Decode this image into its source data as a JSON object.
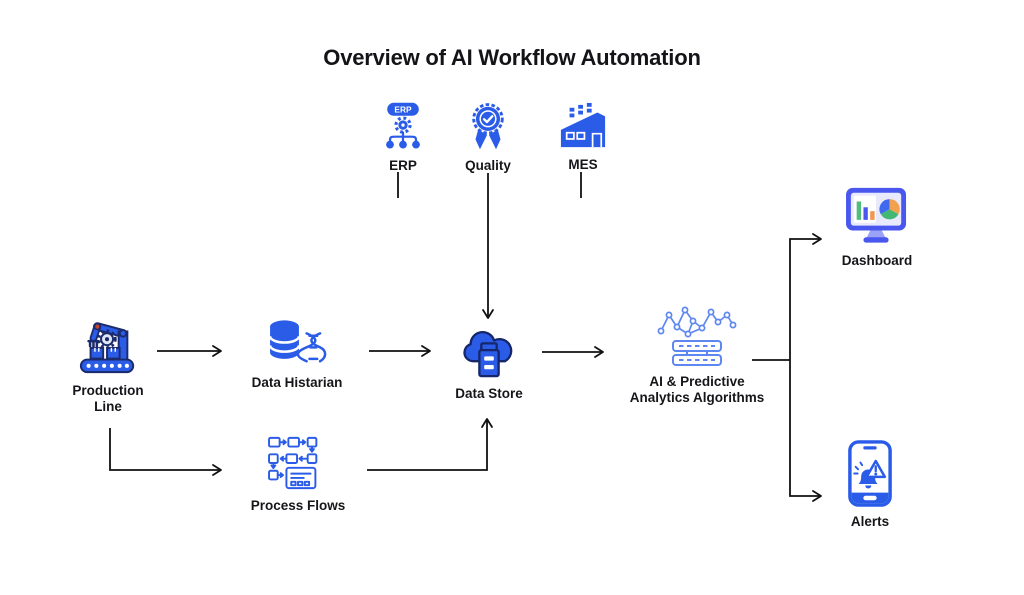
{
  "title": "Overview of AI Workflow Automation",
  "colors": {
    "primary_blue": "#2a5ce8",
    "dark_navy": "#1b2a6b",
    "light_blue": "#5e88ef",
    "indigo": "#4a57ee",
    "screen_lavender": "#e8e9fc",
    "chart_green": "#4fbe7d",
    "chart_orange": "#f2954e",
    "arrow_black": "#111111",
    "label_text": "#16161a"
  },
  "nodes": {
    "erp": {
      "label": "ERP",
      "badge_text": "ERP",
      "icon": "erp-org-icon"
    },
    "quality": {
      "label": "Quality",
      "icon": "quality-medal-icon"
    },
    "mes": {
      "label": "MES",
      "icon": "factory-icon"
    },
    "production_line": {
      "label": "Production Line",
      "icon": "robot-arm-conveyor-icon"
    },
    "data_historian": {
      "label": "Data Histarian",
      "icon": "database-dna-icon"
    },
    "process_flows": {
      "label": "Process Flows",
      "icon": "flowchart-icon"
    },
    "data_store": {
      "label": "Data Store",
      "icon": "cloud-server-icon"
    },
    "ai_analytics": {
      "label": "AI & Predictive Analytics Algorithms",
      "icon": "network-servers-icon"
    },
    "dashboard": {
      "label": "Dashboard",
      "icon": "monitor-charts-icon"
    },
    "alerts": {
      "label": "Alerts",
      "icon": "phone-alert-icon"
    }
  },
  "connections": [
    {
      "from": "production_line",
      "to": "data_historian",
      "style": "arrow-right"
    },
    {
      "from": "data_historian",
      "to": "data_store",
      "style": "arrow-right"
    },
    {
      "from": "quality",
      "to": "data_store",
      "style": "arrow-down"
    },
    {
      "from": "erp",
      "to": "data_store",
      "style": "stub-line"
    },
    {
      "from": "mes",
      "to": "data_store",
      "style": "stub-line"
    },
    {
      "from": "production_line",
      "to": "process_flows",
      "style": "elbow-down-right"
    },
    {
      "from": "process_flows",
      "to": "data_store",
      "style": "elbow-right-up"
    },
    {
      "from": "data_store",
      "to": "ai_analytics",
      "style": "arrow-right"
    },
    {
      "from": "ai_analytics",
      "to": "dashboard",
      "style": "branch-up-right"
    },
    {
      "from": "ai_analytics",
      "to": "alerts",
      "style": "branch-down-right"
    }
  ]
}
